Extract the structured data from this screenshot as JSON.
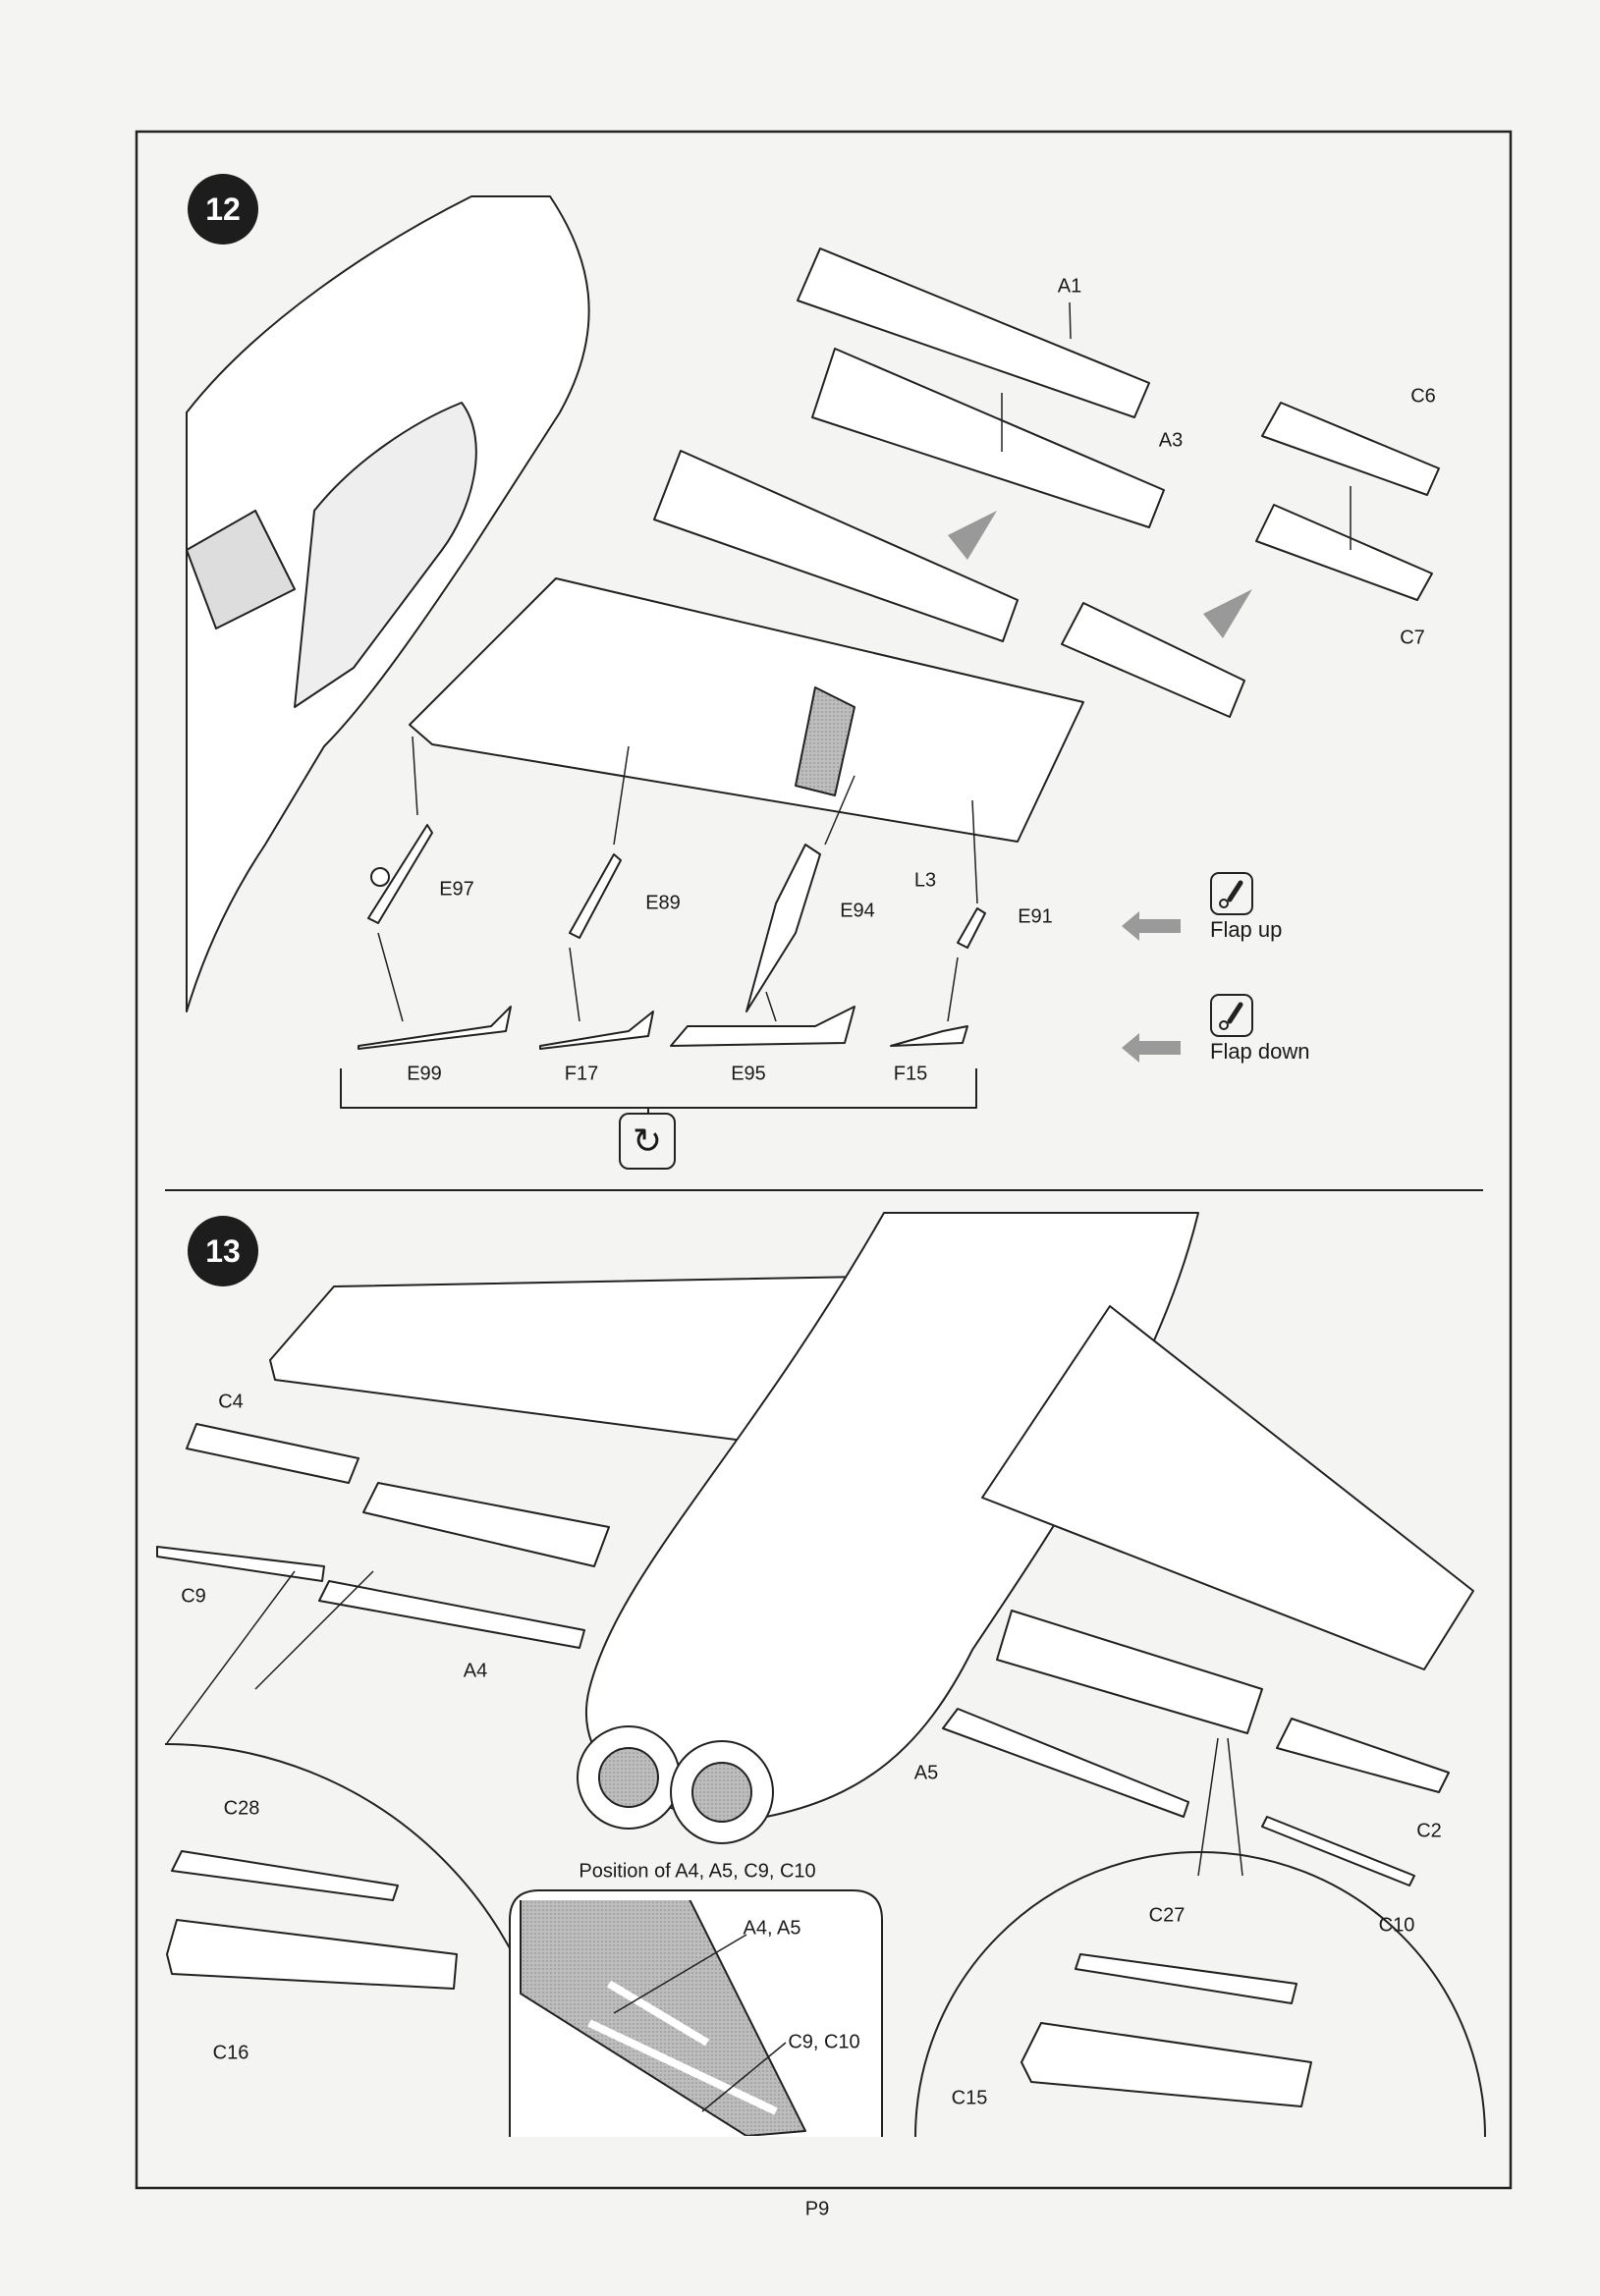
{
  "page": {
    "number": "P9"
  },
  "step12": {
    "number": "12",
    "parts": {
      "A1": "A1",
      "A3": "A3",
      "C6": "C6",
      "C7": "C7",
      "E97": "E97",
      "E89": "E89",
      "L3": "L3",
      "E94": "E94",
      "E91": "E91",
      "E99": "E99",
      "F17": "F17",
      "E95": "E95",
      "F15": "F15"
    },
    "flap_up": "Flap up",
    "flap_down": "Flap down",
    "icons": {
      "option": "option-exclamation-icon",
      "rotate": "rotate-view-icon"
    }
  },
  "step13": {
    "number": "13",
    "parts": {
      "C4": "C4",
      "C9": "C9",
      "A4": "A4",
      "A5": "A5",
      "C2": "C2",
      "C10": "C10",
      "C28": "C28",
      "C16": "C16",
      "C27": "C27",
      "C15": "C15"
    },
    "position_title": "Position of A4, A5, C9, C10",
    "position_a4a5": "A4, A5",
    "position_c9c10": "C9, C10"
  }
}
